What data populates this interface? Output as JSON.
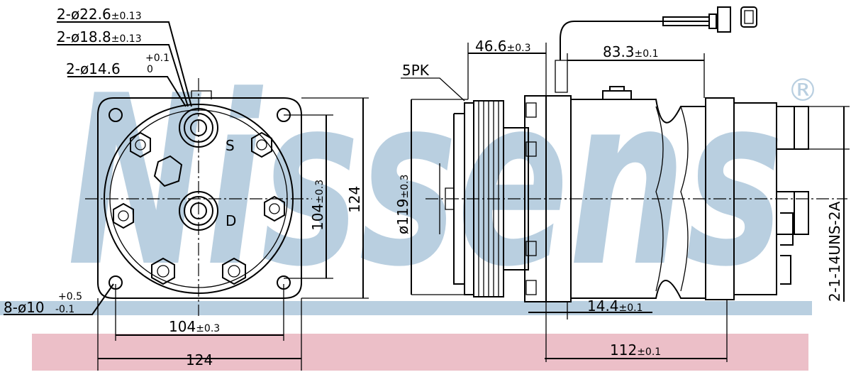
{
  "watermark": {
    "brand": "Nissens",
    "registered": "®",
    "band_color": "#b9cfe0",
    "pink_band_color": "#ecbfc8"
  },
  "front_view": {
    "callouts": {
      "port_outer": {
        "main": "2-ø22.6",
        "tol": "±0.13"
      },
      "port_mid": {
        "main": "2-ø18.8",
        "tol": "±0.13"
      },
      "port_inner": {
        "main": "2-ø14.6",
        "tol_upper": "+0.1",
        "tol_lower": "0"
      },
      "mount_holes": {
        "main": "8-ø10",
        "tol_upper": "+0.5",
        "tol_lower": "-0.1"
      }
    },
    "port_labels": {
      "suction": "S",
      "discharge": "D"
    },
    "dims": {
      "hole_spacing_h": {
        "main": "104",
        "tol": "±0.3"
      },
      "width": "124",
      "hole_spacing_v": {
        "main": "104",
        "tol": "±0.3"
      },
      "height": "124"
    }
  },
  "side_view": {
    "pulley_label": "5PK",
    "dims": {
      "pulley_dia": {
        "main": "ø119",
        "tol": "±0.3"
      },
      "pulley_offset": {
        "main": "46.6",
        "tol": "±0.3"
      },
      "connector_pos": {
        "main": "83.3",
        "tol": "±0.1"
      },
      "flange": {
        "main": "14.4",
        "tol": "±0.1"
      },
      "length": {
        "main": "112",
        "tol": "±0.1"
      },
      "thread": "2-1-14UNS-2A"
    }
  }
}
